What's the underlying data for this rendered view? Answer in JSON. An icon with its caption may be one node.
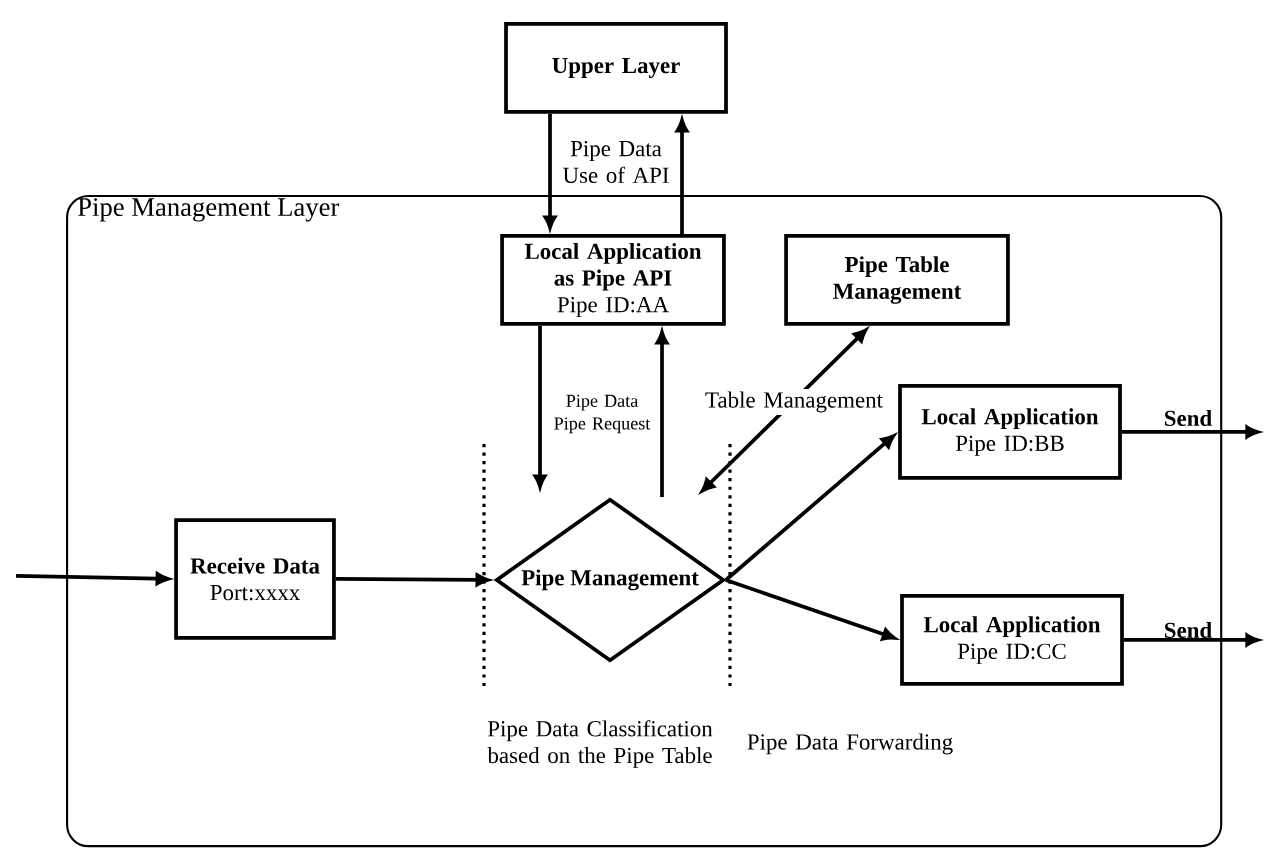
{
  "diagram": {
    "nodes": [
      {
        "text": [
          "Upper Layer"
        ]
      },
      {
        "text": [
          "Pipe Management Layer"
        ]
      },
      {
        "text": [
          "Local Application as Pipe API",
          "Pipe ID:AA"
        ],
        "in": 1
      },
      {
        "text": [
          "Pipe Table Management"
        ],
        "in": 1
      },
      {
        "text": [
          "Local Application",
          "Pipe ID:BB"
        ],
        "in": 1
      },
      {
        "text": [
          "Receive Data",
          "Port:xxxx"
        ],
        "in": 1
      },
      {
        "text": [
          "Pipe Management"
        ],
        "in": 1
      },
      {
        "text": [
          "Local Application",
          "Pipe ID:CC"
        ],
        "in": 1
      }
    ],
    "edges": [
      {
        "from": 0,
        "to": 2,
        "arrow": "to",
        "label": "Pipe Data Use of API"
      },
      {
        "from": 2,
        "to": 0,
        "arrow": "to"
      },
      {
        "from": 2,
        "to": 6,
        "arrow": "to",
        "label": "Pipe Data Pipe Request"
      },
      {
        "from": 6,
        "to": 2,
        "arrow": "to"
      },
      {
        "from": 6,
        "to": 3,
        "arrow": "both",
        "label": "Table Management"
      },
      {
        "from": null,
        "to": 5,
        "arrow": "to"
      },
      {
        "from": 5,
        "to": 6,
        "arrow": "to"
      },
      {
        "from": 6,
        "to": 4,
        "arrow": "to"
      },
      {
        "from": 6,
        "to": 7,
        "arrow": "to"
      },
      {
        "from": 4,
        "to": null,
        "arrow": "to",
        "label": "Send"
      },
      {
        "from": 7,
        "to": null,
        "arrow": "to",
        "label": "Send"
      }
    ],
    "labels": [
      "Pipe Data Classification based on the Pipe Table",
      "Pipe Data Forwarding"
    ]
  }
}
